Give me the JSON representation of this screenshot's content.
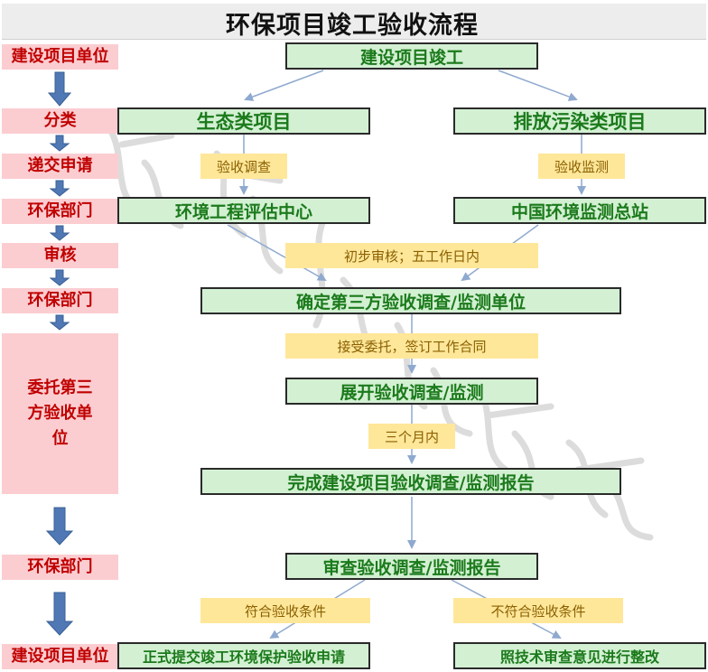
{
  "title": "环保项目竣工验收流程",
  "stages": [
    "建设项目单位",
    "分类",
    "递交申请",
    "环保部门",
    "审核",
    "环保部门",
    "委托第三方验收单位",
    "环保部门",
    "建设项目单位"
  ],
  "boxes": {
    "completion": "建设项目竣工",
    "ecological": "生态类项目",
    "pollution": "排放污染类项目",
    "eval_center": "环境工程评估中心",
    "monitor_station": "中国环境监测总站",
    "third_party": "确定第三方验收调查/监测单位",
    "start": "展开验收调查/监测",
    "finish_report": "完成建设项目验收调查/监测报告",
    "review_report": "审查验收调查/监测报告",
    "apply": "正式提交竣工环境保护验收申请",
    "rectify": "照技术审查意见进行整改"
  },
  "notes": {
    "survey": "验收调查",
    "monitoring": "验收监测",
    "preliminary": "初步审核；五工作日内",
    "contract": "接受委托，签订工作合同",
    "three_months": "三个月内",
    "qualified": "符合验收条件",
    "unqualified": "不符合验收条件"
  },
  "colors": {
    "stage_bg": "#fbcdd1",
    "stage_text": "#c00000",
    "box_bg": "#d3f0d3",
    "box_text": "#1b7a1b",
    "note_bg": "#ffe79a",
    "arrow": "#8fa9cf",
    "stage_arrow": "#4f78b5"
  }
}
